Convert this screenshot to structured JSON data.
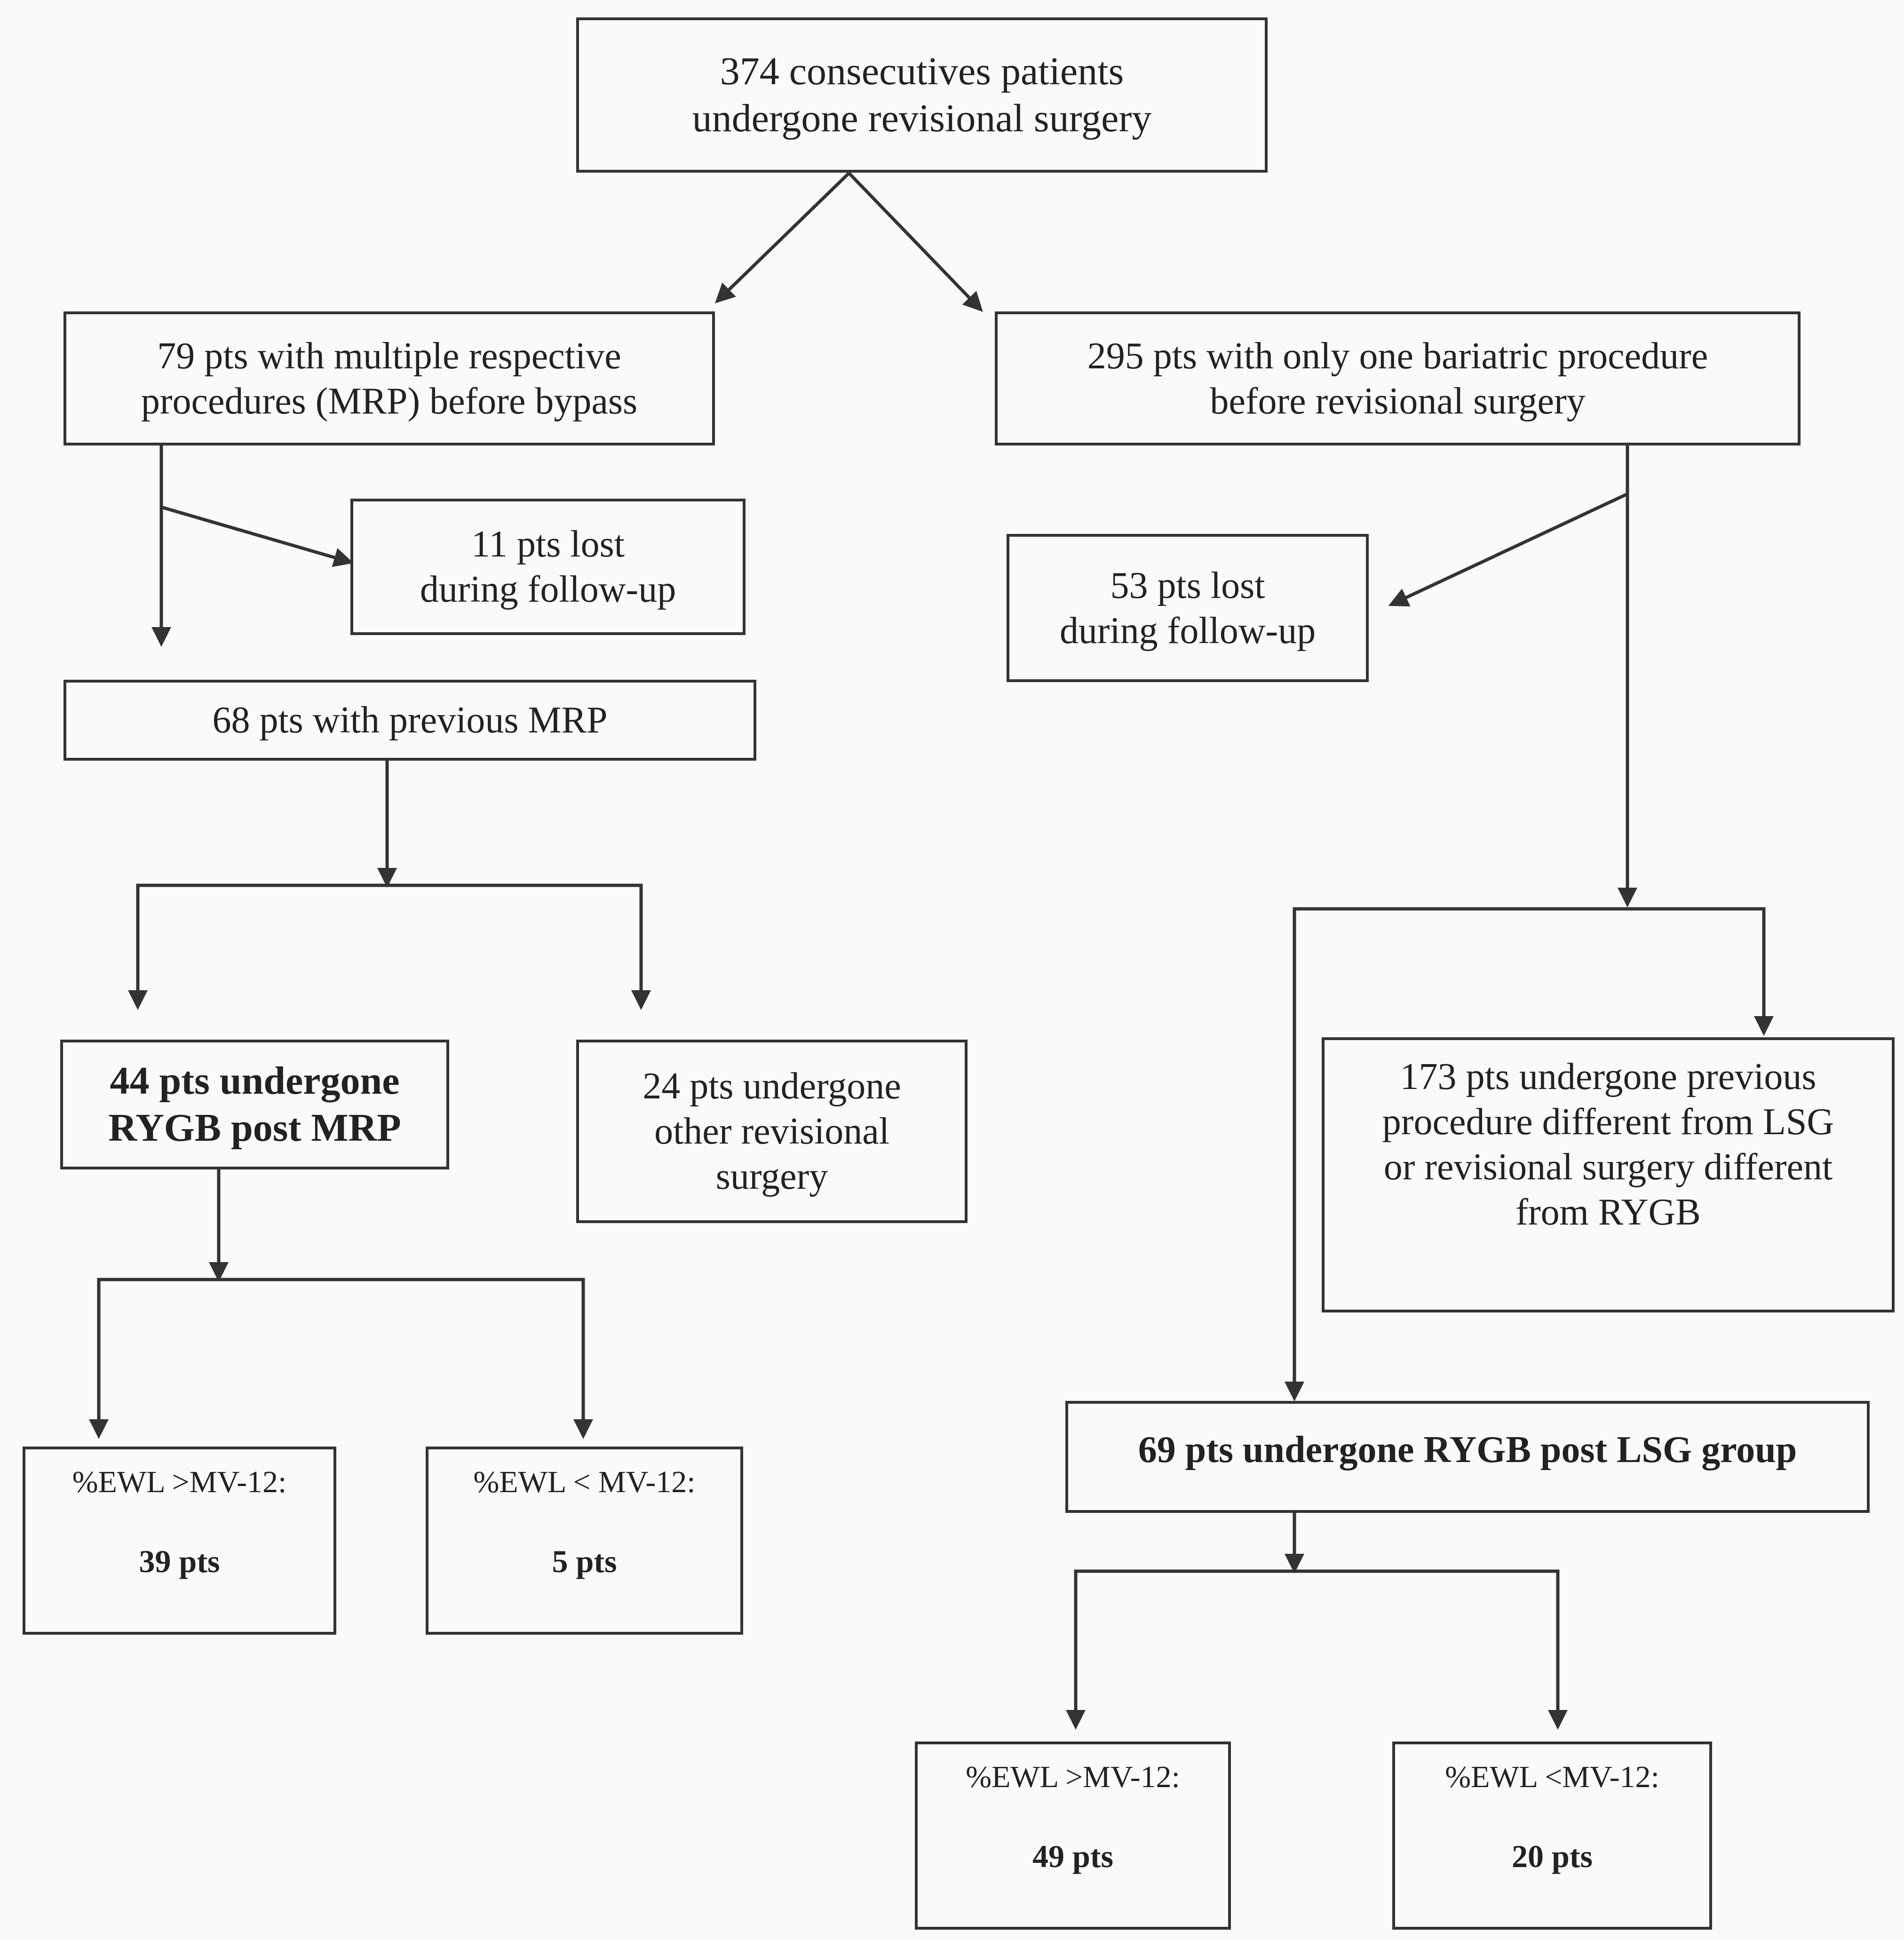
{
  "boxes": {
    "root": [
      "374 consecutives patients",
      "undergone revisional surgery"
    ],
    "mrp": [
      "79 pts with multiple respective",
      "procedures (MRP) before bypass"
    ],
    "one_proc": [
      "295 pts with only one bariatric procedure",
      "before revisional surgery"
    ],
    "lost_mrp": [
      "11 pts lost",
      "during follow-up"
    ],
    "lost_one": [
      "53 pts lost",
      "during follow-up"
    ],
    "prev_mrp": "68 pts with previous MRP",
    "rygb_mrp": [
      "44 pts undergone",
      "RYGB post MRP"
    ],
    "other_rev": [
      "24 pts  undergone",
      "other revisional",
      "surgery"
    ],
    "diff": [
      "173 pts undergone previous",
      "procedure different from LSG",
      "or revisional surgery different",
      "from RYGB"
    ],
    "rygb_lsg": "69 pts  undergone RYGB post LSG group",
    "mrp_gt": {
      "label": "%EWL >MV-12:",
      "count": "39 pts"
    },
    "mrp_lt": {
      "label": "%EWL < MV-12:",
      "count": "5 pts"
    },
    "lsg_gt": {
      "label": "%EWL >MV-12:",
      "count": "49 pts"
    },
    "lsg_lt": {
      "label": "%EWL <MV-12:",
      "count": "20 pts"
    }
  },
  "colors": {
    "line": "#333333",
    "background": "#fafafa",
    "text": "#222222"
  }
}
